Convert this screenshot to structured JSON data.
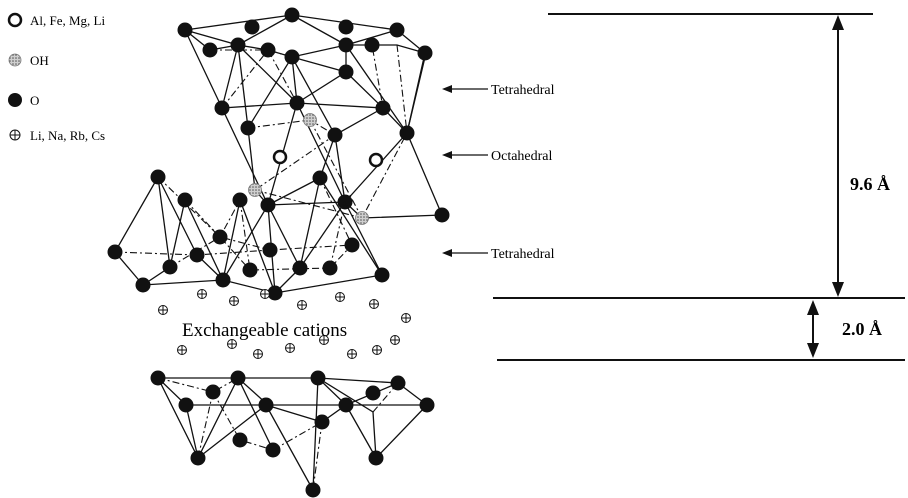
{
  "legend": [
    {
      "symbol": "open-circle",
      "label": "Al, Fe, Mg, Li"
    },
    {
      "symbol": "stippled-circle",
      "label": "OH"
    },
    {
      "symbol": "filled-circle",
      "label": "O"
    },
    {
      "symbol": "crossed-circle",
      "label": "Li, Na, Rb, Cs"
    }
  ],
  "layer_labels": {
    "top_tetrahedral": "Tetrahedral",
    "octahedral": "Octahedral",
    "bottom_tetrahedral": "Tetrahedral"
  },
  "interlayer_label": "Exchangeable cations",
  "dimensions": {
    "layer_thickness": "9.6 Å",
    "interlayer_spacing": "2.0 Å"
  },
  "colors": {
    "ink": "#111111",
    "oh_fill": "#9a9a9a",
    "background": "#ffffff"
  }
}
